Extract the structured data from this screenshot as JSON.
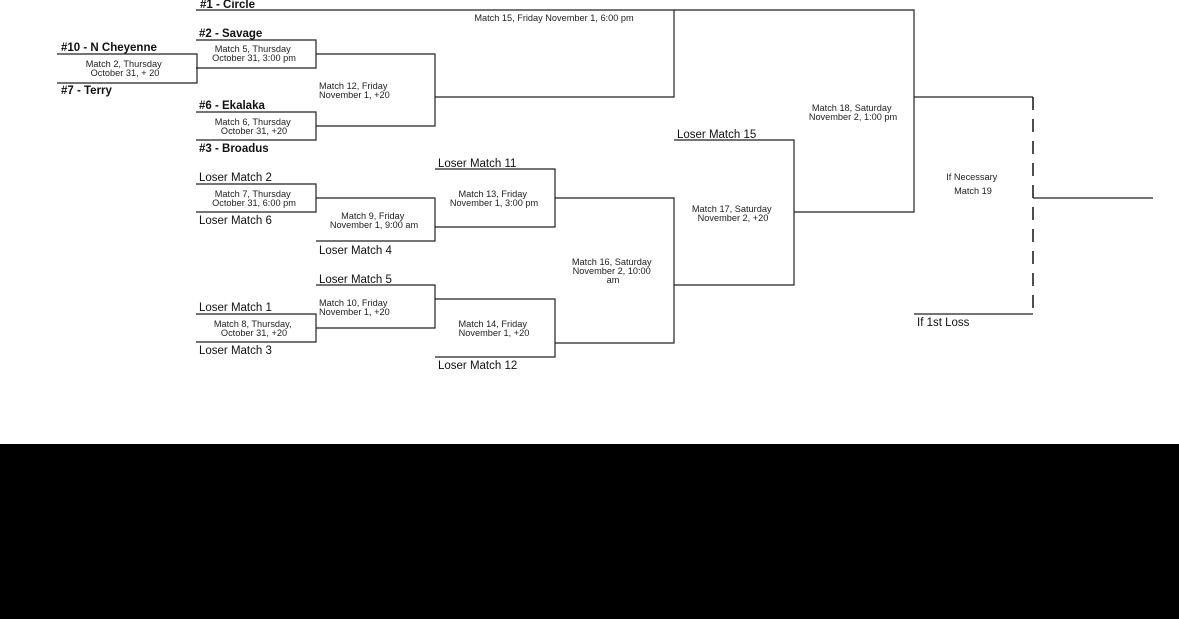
{
  "teams": {
    "circle": "#1 - Circle",
    "savage": "#2 - Savage",
    "n_cheyenne": "#10 - N Cheyenne",
    "terry": "#7 - Terry",
    "ekalaka": "#6 - Ekalaka",
    "broadus": "#3 - Broadus"
  },
  "slots": {
    "loser_m2": "Loser Match 2",
    "loser_m6": "Loser Match 6",
    "loser_m4": "Loser Match 4",
    "loser_m11": "Loser Match 11",
    "loser_m5": "Loser Match 5",
    "loser_m1": "Loser Match 1",
    "loser_m3": "Loser Match 3",
    "loser_m12": "Loser Match 12",
    "loser_m15": "Loser Match 15",
    "if_1st_loss": "If 1st Loss"
  },
  "matches": {
    "m2": [
      "Match 2, Thursday",
      "October 31, + 20"
    ],
    "m5": [
      "Match 5, Thursday",
      "October 31, 3:00 pm"
    ],
    "m6": [
      "Match 6, Thursday",
      "October 31, +20"
    ],
    "m7": [
      "Match 7, Thursday",
      "October 31, 6:00 pm"
    ],
    "m8": [
      "Match 8, Thursday,",
      "October 31, +20"
    ],
    "m9": [
      "Match 9, Friday",
      "November 1, 9:00 am"
    ],
    "m10": [
      "Match 10, Friday",
      "November 1, +20"
    ],
    "m12": [
      "Match 12, Friday",
      "November 1, +20"
    ],
    "m13": [
      "Match 13, Friday",
      "November 1, 3:00 pm"
    ],
    "m14": [
      "Match 14, Friday",
      "November 1, +20"
    ],
    "m15": [
      "Match 15, Friday November 1, 6:00 pm"
    ],
    "m16": [
      "Match 16, Saturday",
      "November 2, 10:00",
      "am"
    ],
    "m17": [
      "Match 17, Saturday",
      "November 2, +20"
    ],
    "m18": [
      "Match 18, Saturday",
      "November 2, 1:00 pm"
    ],
    "m19": [
      "If Necessary",
      "Match 19"
    ]
  }
}
